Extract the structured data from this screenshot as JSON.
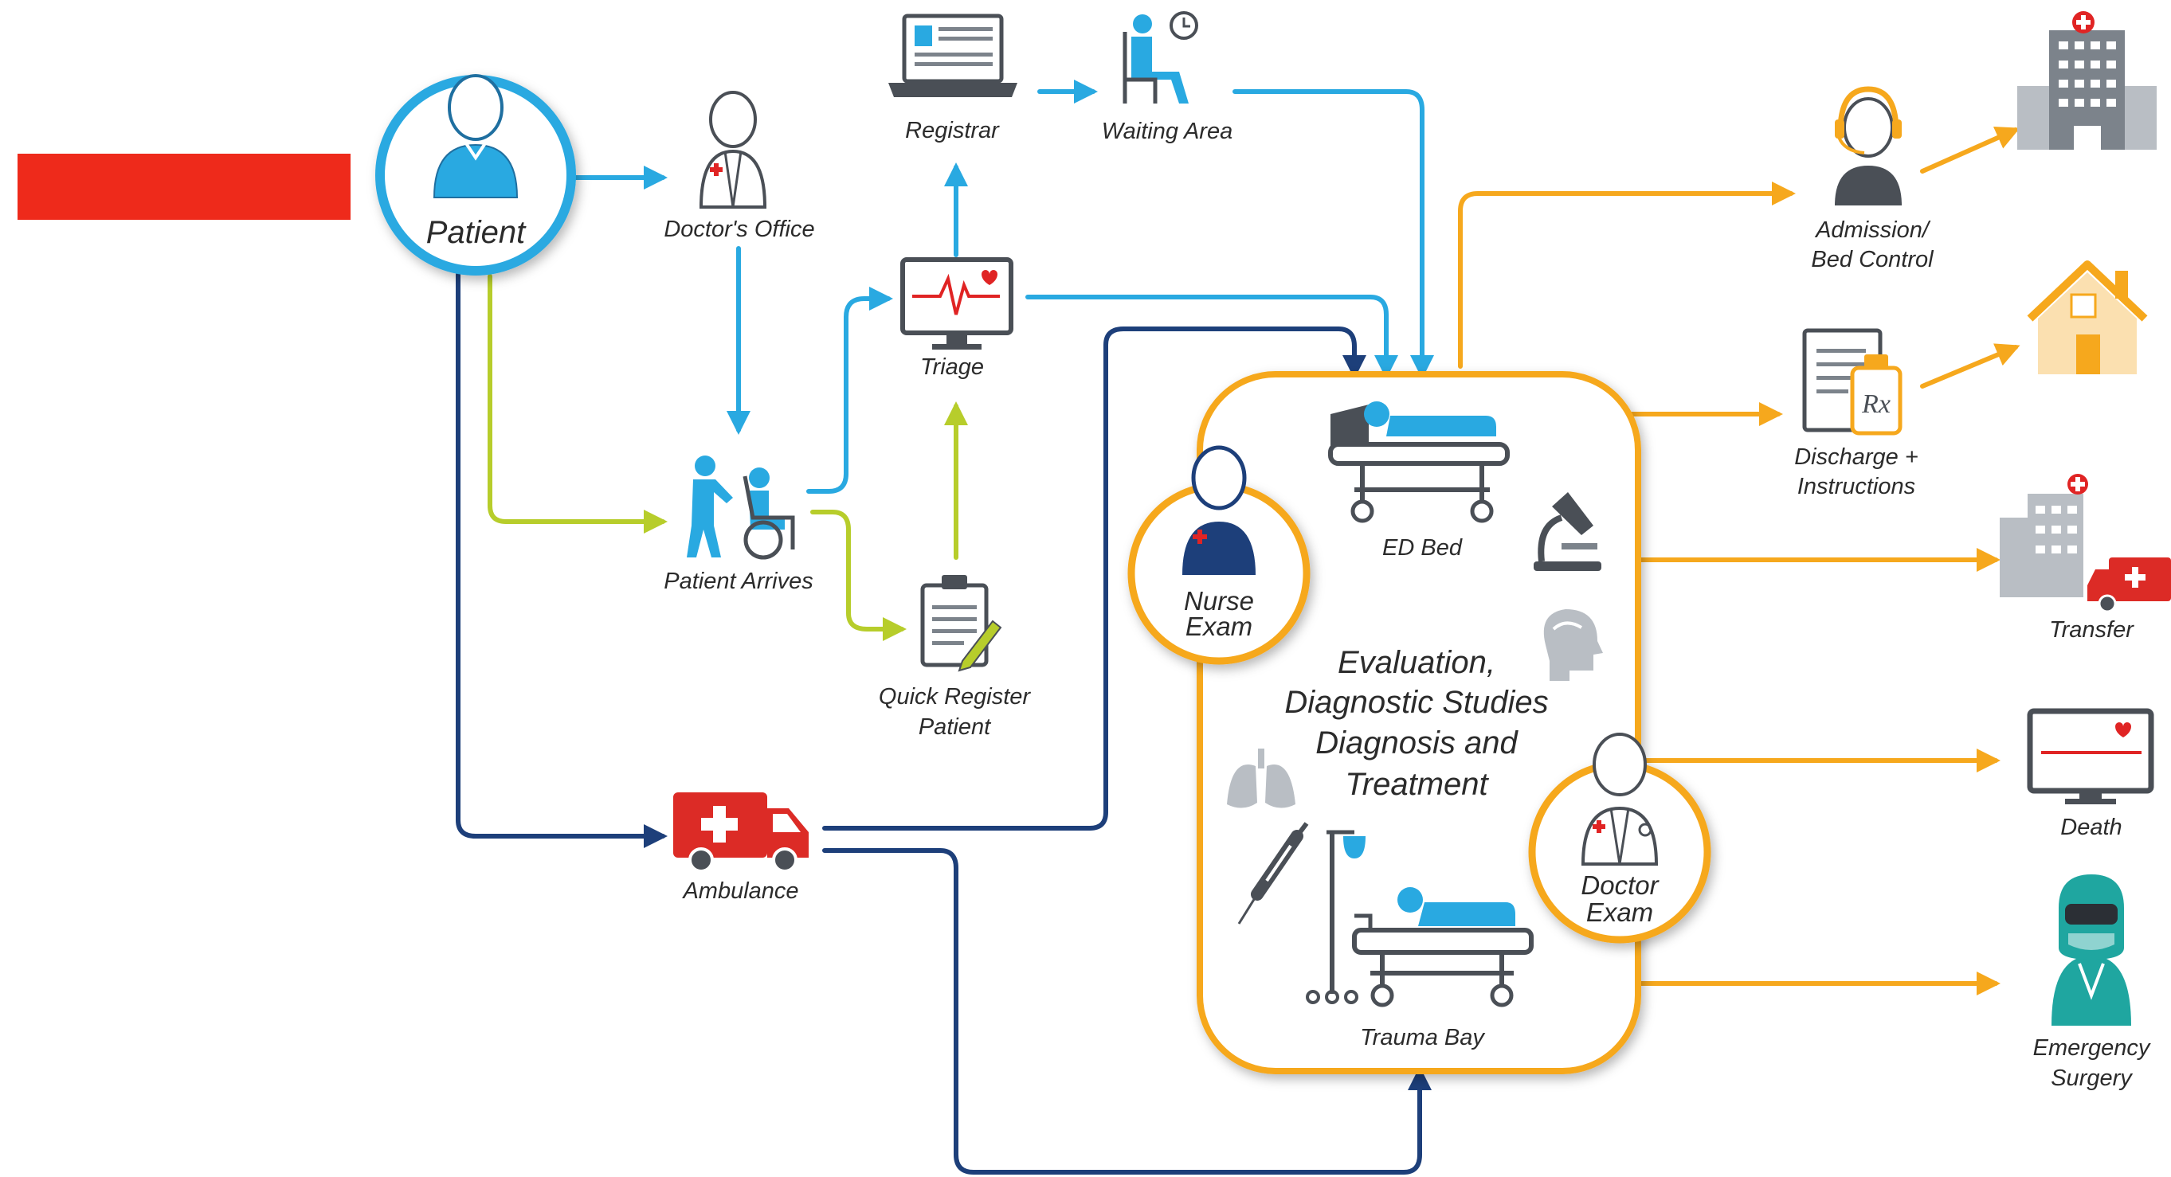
{
  "colors": {
    "blue_flow": "#29a9e1",
    "navy_flow": "#1d3f7a",
    "green_flow": "#b7cd2b",
    "orange_flow": "#f6a81d",
    "red_block": "#ee2a1b",
    "ambulance_red": "#dc2b26",
    "icon_gray": "#4a4f56"
  },
  "nodes": {
    "patient": "Patient",
    "doctors_office": "Doctor's Office",
    "registrar": "Registrar",
    "waiting_area": "Waiting Area",
    "triage": "Triage",
    "patient_arrives": "Patient Arrives",
    "quick_register_line1": "Quick Register",
    "quick_register_line2": "Patient",
    "ambulance": "Ambulance",
    "ed_bed": "ED Bed",
    "nurse_exam_line1": "Nurse",
    "nurse_exam_line2": "Exam",
    "doctor_exam_line1": "Doctor",
    "doctor_exam_line2": "Exam",
    "trauma_bay": "Trauma Bay",
    "evaluation_line1": "Evaluation,",
    "evaluation_line2": "Diagnostic Studies",
    "evaluation_line3": "Diagnosis and",
    "evaluation_line4": "Treatment"
  },
  "outcomes": {
    "admission_line1": "Admission/",
    "admission_line2": "Bed Control",
    "discharge_line1": "Discharge +",
    "discharge_line2": "Instructions",
    "transfer": "Transfer",
    "death": "Death",
    "surgery_line1": "Emergency",
    "surgery_line2": "Surgery",
    "rx_symbol": "Rx"
  },
  "icons": [
    "patient-icon",
    "doctor-icon",
    "laptop-icon",
    "waiting-chair-icon",
    "clock-icon",
    "heart-monitor-icon",
    "wheelchair-icon",
    "clipboard-icon",
    "ambulance-icon",
    "hospital-bed-icon",
    "nurse-icon",
    "microscope-icon",
    "head-scan-icon",
    "lungs-icon",
    "syringe-icon",
    "iv-stand-icon",
    "stretcher-icon",
    "headset-icon",
    "hospital-building-icon",
    "prescription-icon",
    "house-icon",
    "flatline-monitor-icon",
    "surgeon-icon"
  ]
}
